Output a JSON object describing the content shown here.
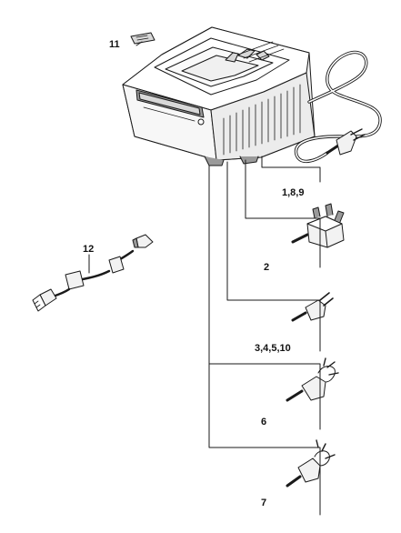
{
  "callouts": {
    "c11": "11",
    "c189": "1,8,9",
    "c2": "2",
    "c12": "12",
    "c34510": "3,4,5,10",
    "c6": "6",
    "c7": "7"
  },
  "colors": {
    "line": "#1a1a1a",
    "body": "#f2f2f2",
    "shade": "#d8d8d8",
    "dark": "#9a9a9a"
  }
}
